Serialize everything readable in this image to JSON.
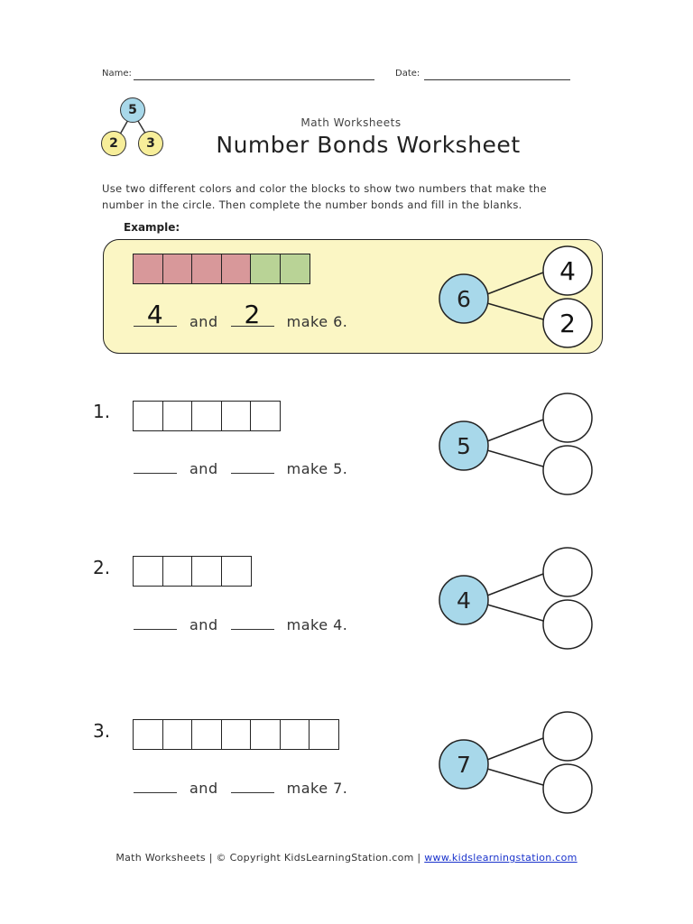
{
  "header": {
    "name_label": "Name:",
    "date_label": "Date:"
  },
  "logo": {
    "top": "5",
    "left": "2",
    "right": "3",
    "top_color": "#a8d8ea",
    "side_color": "#f7ee9a"
  },
  "subtitle": "Math Worksheets",
  "title": "Number Bonds Worksheet",
  "instructions": {
    "line1": "Use two different colors and color the blocks to show two numbers that make the",
    "line2": "number in the circle.  Then complete the number bonds and fill in the blanks."
  },
  "example": {
    "label": "Example:",
    "blocks_red": 4,
    "blocks_green": 2,
    "answer_a": "4",
    "answer_b": "2",
    "and_word": "and",
    "make_text": "make 6.",
    "bond": {
      "whole": "6",
      "part_a": "4",
      "part_b": "2"
    }
  },
  "problems": [
    {
      "number": "1.",
      "blocks": 5,
      "and_word": "and",
      "make_text": "make 5.",
      "whole": "5"
    },
    {
      "number": "2.",
      "blocks": 4,
      "and_word": "and",
      "make_text": "make 4.",
      "whole": "4"
    },
    {
      "number": "3.",
      "blocks": 7,
      "and_word": "and",
      "make_text": "make 7.",
      "whole": "7"
    }
  ],
  "colors": {
    "bond_whole": "#a8d8ea",
    "block_red": "#d8989a",
    "block_green": "#b9d396",
    "example_bg": "#fbf6c4"
  },
  "footer": {
    "text": "Math Worksheets | © Copyright KidsLearningStation.com | ",
    "link": "www.kidslearningstation.com"
  }
}
